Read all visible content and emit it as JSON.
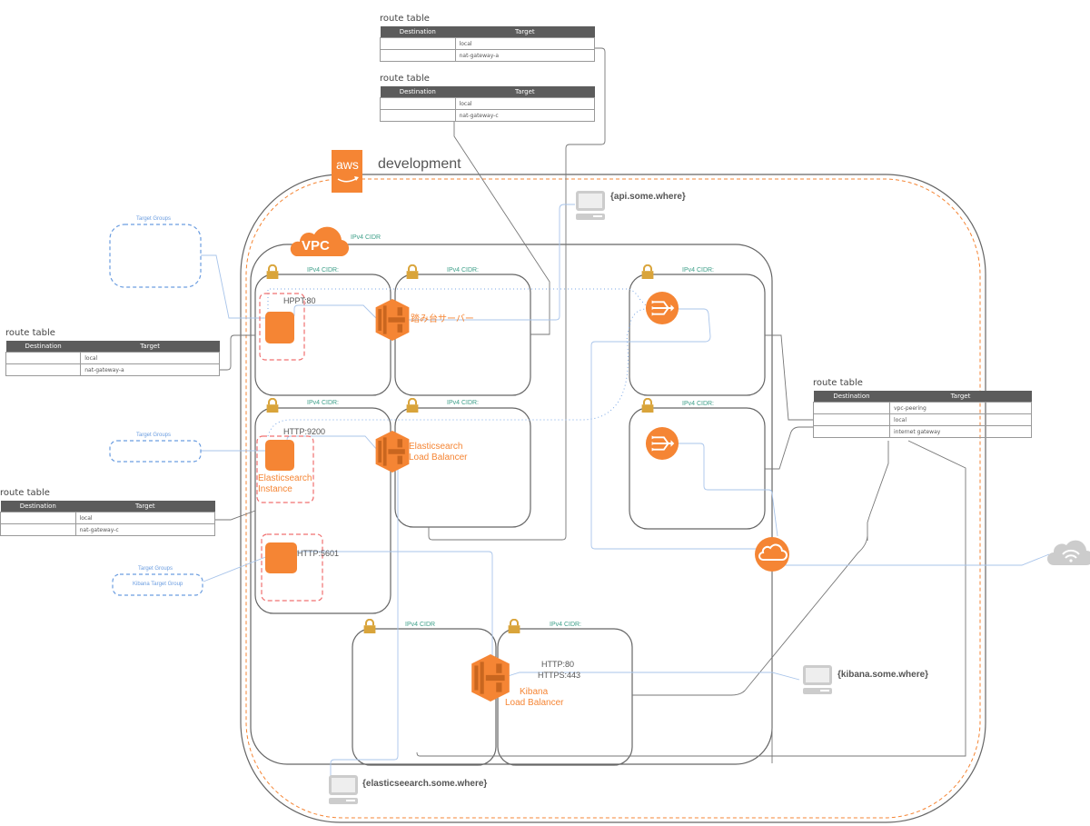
{
  "environment": {
    "logo": "aws",
    "title": "development"
  },
  "vpc": {
    "label": "VPC",
    "cidr_label": "IPv4 CIDR"
  },
  "subnets": [
    {
      "id": "subnet-a1",
      "cidr_label": "IPv4 CIDR:"
    },
    {
      "id": "subnet-a2",
      "cidr_label": "IPv4 CIDR:"
    },
    {
      "id": "subnet-c1",
      "cidr_label": "IPv4 CIDR:"
    },
    {
      "id": "subnet-c2",
      "cidr_label": "IPv4 CIDR:"
    },
    {
      "id": "subnet-pub-a",
      "cidr_label": "IPv4 CIDR:"
    },
    {
      "id": "subnet-pub-c",
      "cidr_label": "IPv4 CIDR:"
    },
    {
      "id": "subnet-bottom-1",
      "cidr_label": "IPv4 CIDR"
    },
    {
      "id": "subnet-bottom-2",
      "cidr_label": "IPv4 CIDR:"
    }
  ],
  "route_tables": [
    {
      "title": "route table",
      "headers": [
        "Destination",
        "Target"
      ],
      "rows": [
        [
          "",
          "local"
        ],
        [
          "",
          "nat-gateway-a"
        ]
      ]
    },
    {
      "title": "route table",
      "headers": [
        "Destination",
        "Target"
      ],
      "rows": [
        [
          "",
          "local"
        ],
        [
          "",
          "nat-gateway-c"
        ]
      ]
    },
    {
      "title": "route table",
      "headers": [
        "Destination",
        "Target"
      ],
      "rows": [
        [
          "",
          "local"
        ],
        [
          "",
          "nat-gateway-a"
        ]
      ]
    },
    {
      "title": "route table",
      "headers": [
        "Destination",
        "Target"
      ],
      "rows": [
        [
          "",
          "local"
        ],
        [
          "",
          "nat-gateway-c"
        ]
      ]
    },
    {
      "title": "route table",
      "headers": [
        "Destination",
        "Target"
      ],
      "rows": [
        [
          "",
          "vpc-peering"
        ],
        [
          "",
          "local"
        ],
        [
          "",
          "internet gateway"
        ]
      ]
    }
  ],
  "target_groups": [
    {
      "title": "Target Groups",
      "name": ""
    },
    {
      "title": "Target Groups",
      "name": ""
    },
    {
      "title": "Target Groups",
      "name": "Kibana Target Group"
    }
  ],
  "ports": {
    "bastion": "HPPT:80",
    "elasticsearch": "HTTP:9200",
    "kibana": "HTTP:5601",
    "kibana_lb_http": "HTTP:80",
    "kibana_lb_https": "HTTPS:443"
  },
  "load_balancers": {
    "bastion": "踏み台サーバー",
    "elasticsearch_line1": "Elasticsearch",
    "elasticsearch_line2": "Load Balancer",
    "kibana_line1": "Kibana",
    "kibana_line2": "Load Balancer"
  },
  "instances": {
    "elasticsearch_line1": "Elasticsearch",
    "elasticsearch_line2": "Instance"
  },
  "hosts": {
    "api": "{api.some.where}",
    "kibana": "{kibana.some.where}",
    "elasticsearch": "{elasticseearch.some.where}"
  },
  "colors": {
    "aws_orange": "#f58534",
    "lock_gold": "#d9a43a",
    "line_gray": "#777777",
    "line_blue": "#a8c4ea",
    "target_group_blue": "#6b9de0",
    "instance_group_red": "#f07070",
    "cidr_green": "#3fa08a",
    "table_header": "#5c5c5c"
  }
}
